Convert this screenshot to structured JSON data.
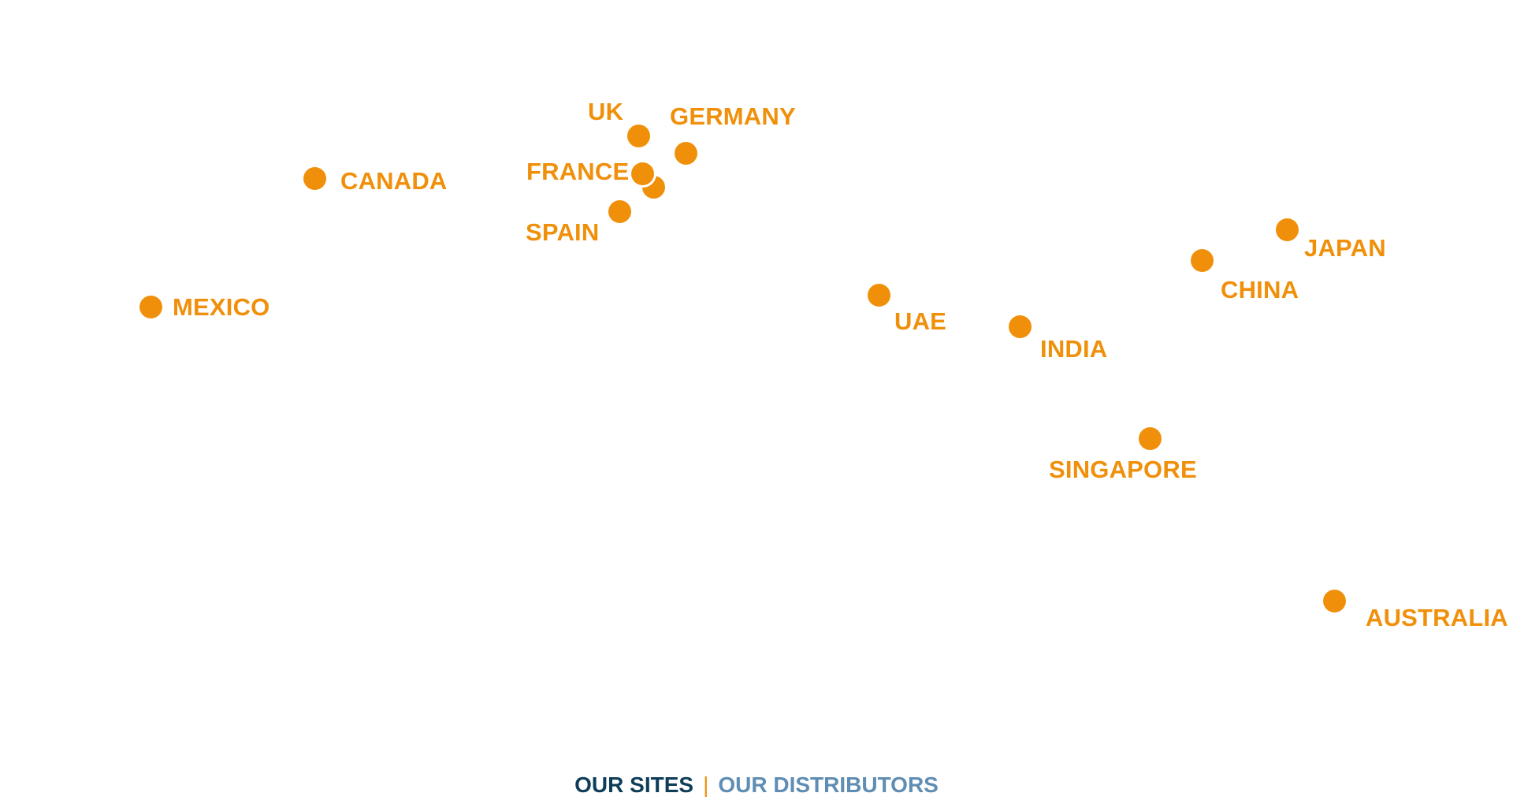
{
  "colors": {
    "marker": "#f0900a",
    "label": "#f0900a",
    "legend_active": "#0e3d58",
    "legend_separator": "#f0900a",
    "legend_inactive": "#5f8db3",
    "background": "#ffffff"
  },
  "locations": [
    {
      "name": "UK"
    },
    {
      "name": "GERMANY"
    },
    {
      "name": "FRANCE"
    },
    {
      "name": "SPAIN"
    },
    {
      "name": "CANADA"
    },
    {
      "name": "MEXICO"
    },
    {
      "name": "UAE"
    },
    {
      "name": "INDIA"
    },
    {
      "name": "CHINA"
    },
    {
      "name": "JAPAN"
    },
    {
      "name": "SINGAPORE"
    },
    {
      "name": "AUSTRALIA"
    }
  ],
  "legend": {
    "sites_label": "OUR SITES",
    "separator": "|",
    "distributors_label": "OUR DISTRIBUTORS"
  }
}
